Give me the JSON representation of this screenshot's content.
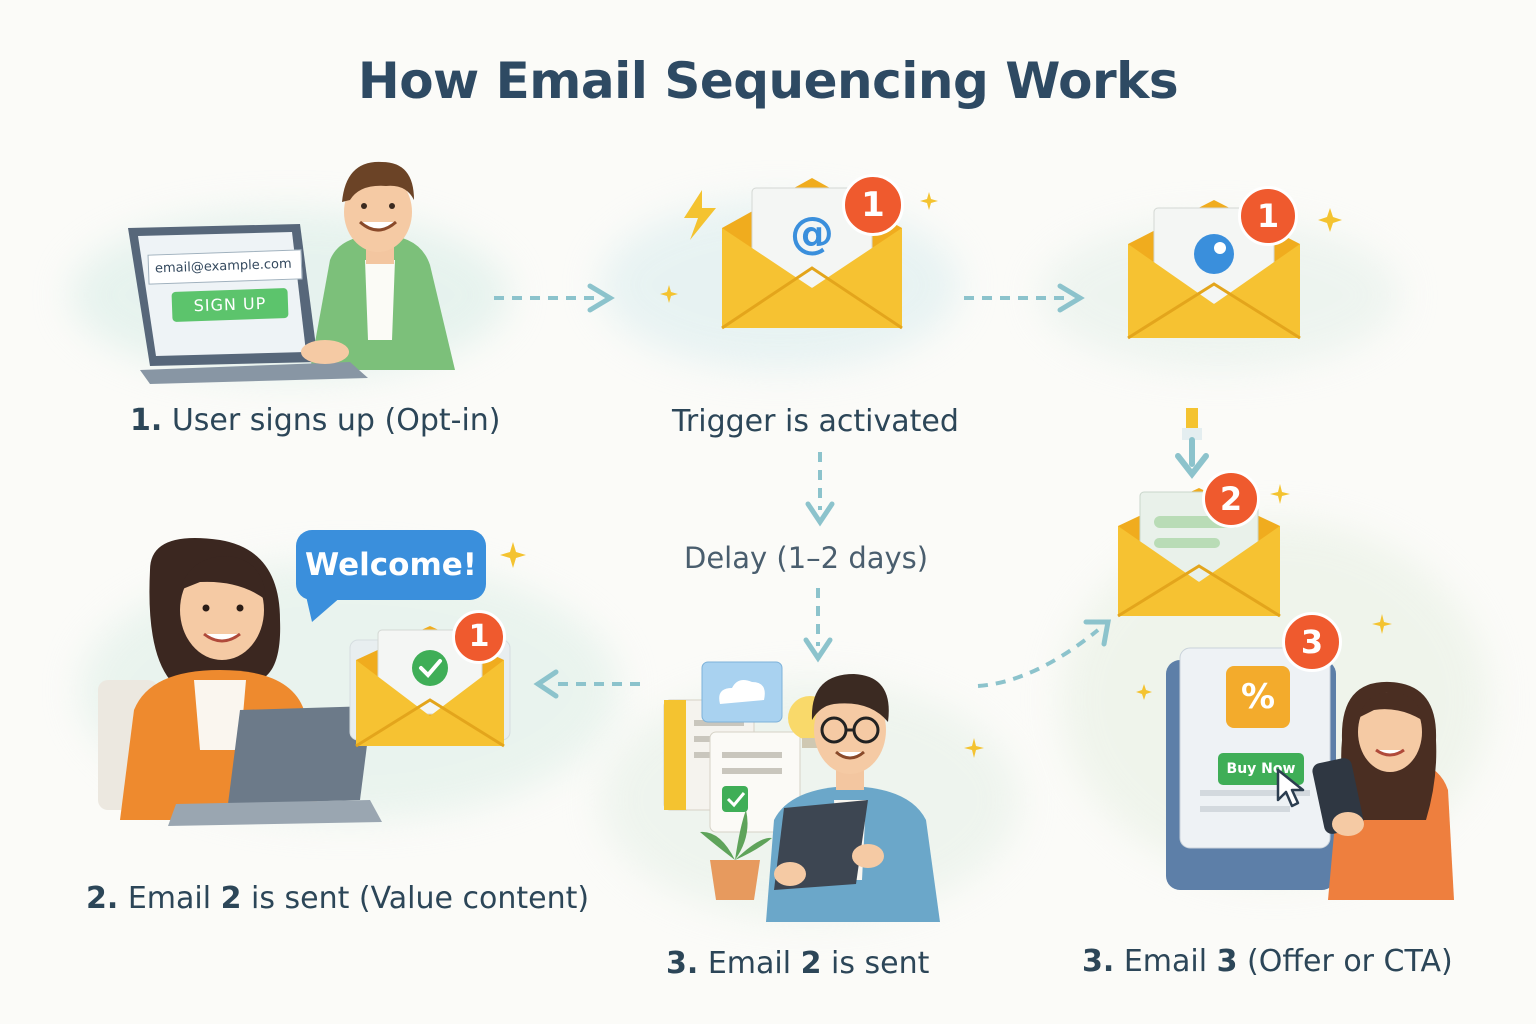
{
  "title": "How Email Sequencing Works",
  "steps": {
    "signup": {
      "num": "1.",
      "text": " User signs up (Opt-in)"
    },
    "trigger": {
      "text": "Trigger is activated"
    },
    "delay": {
      "text": "Delay (1–2 days)"
    },
    "welcome": {
      "num": "2.",
      "num2": "2",
      "text_a": " Email ",
      "text_b": " is sent (Value content)"
    },
    "value": {
      "num": "3.",
      "num2": "2",
      "text_a": " Email ",
      "text_b": " is sent"
    },
    "offer": {
      "num": "3.",
      "num2": "3",
      "text_a": " Email ",
      "text_b": " (Offer or CTA)"
    }
  },
  "signup_form": {
    "email": "email@example.com",
    "button": "SIGN UP"
  },
  "bubble": {
    "text": "Welcome!"
  },
  "badges": {
    "b1": "1",
    "b2": "1",
    "b3": "2",
    "b4": "1",
    "b5": "3"
  },
  "offer_card": {
    "percent": "%",
    "button": "Buy Now"
  },
  "icons": [
    "at-icon",
    "check-icon",
    "cursor-icon",
    "sparkle-icon",
    "lightning-icon",
    "bulb-icon",
    "plant-icon",
    "cloud-icon"
  ],
  "colors": {
    "envelope": "#f6c232",
    "badge": "#ef5a2e",
    "signup_green": "#5cc46c",
    "bubble_blue": "#3a8fdc",
    "arrow": "#8cc3cc",
    "title": "#2e4a63"
  }
}
